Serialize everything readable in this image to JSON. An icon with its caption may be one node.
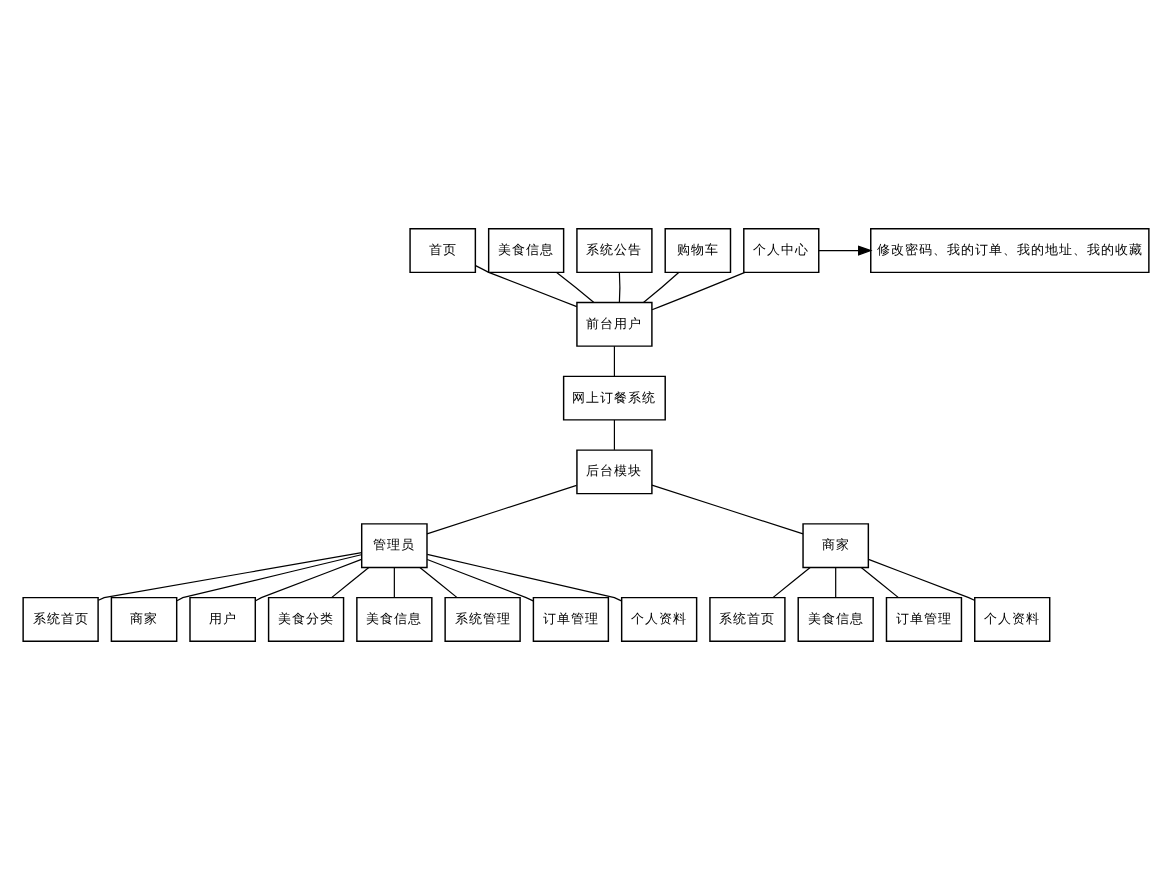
{
  "diagram": {
    "nodes": [
      {
        "text": [
          "首页"
        ]
      },
      {
        "text": [
          "美食信息"
        ]
      },
      {
        "text": [
          "系统公告"
        ]
      },
      {
        "text": [
          "购物车"
        ]
      },
      {
        "text": [
          "个人中心"
        ]
      },
      {
        "text": [
          "修改密码、我的订单、我的地址、我的收藏"
        ]
      },
      {
        "text": [
          "前台用户"
        ]
      },
      {
        "text": [
          "网上订餐系统"
        ]
      },
      {
        "text": [
          "后台模块"
        ]
      },
      {
        "text": [
          "管理员"
        ]
      },
      {
        "text": [
          "商家"
        ]
      },
      {
        "text": [
          "系统首页"
        ]
      },
      {
        "text": [
          "商家"
        ]
      },
      {
        "text": [
          "用户"
        ]
      },
      {
        "text": [
          "美食分类"
        ]
      },
      {
        "text": [
          "美食信息"
        ]
      },
      {
        "text": [
          "系统管理"
        ]
      },
      {
        "text": [
          "订单管理"
        ]
      },
      {
        "text": [
          "个人资料"
        ]
      },
      {
        "text": [
          "系统首页"
        ]
      },
      {
        "text": [
          "美食信息"
        ]
      },
      {
        "text": [
          "订单管理"
        ]
      },
      {
        "text": [
          "个人资料"
        ]
      }
    ],
    "edges": [
      {
        "from": 6,
        "to": 0,
        "arrow": "none"
      },
      {
        "from": 6,
        "to": 1,
        "arrow": "none"
      },
      {
        "from": 6,
        "to": 2,
        "arrow": "none"
      },
      {
        "from": 6,
        "to": 3,
        "arrow": "none"
      },
      {
        "from": 6,
        "to": 4,
        "arrow": "none"
      },
      {
        "from": 4,
        "to": 5,
        "arrow": "to"
      },
      {
        "from": 6,
        "to": 7,
        "arrow": "none"
      },
      {
        "from": 7,
        "to": 8,
        "arrow": "none"
      },
      {
        "from": 8,
        "to": 9,
        "arrow": "none"
      },
      {
        "from": 8,
        "to": 10,
        "arrow": "none"
      },
      {
        "from": 9,
        "to": 11,
        "arrow": "none"
      },
      {
        "from": 9,
        "to": 12,
        "arrow": "none"
      },
      {
        "from": 9,
        "to": 13,
        "arrow": "none"
      },
      {
        "from": 9,
        "to": 14,
        "arrow": "none"
      },
      {
        "from": 9,
        "to": 15,
        "arrow": "none"
      },
      {
        "from": 9,
        "to": 16,
        "arrow": "none"
      },
      {
        "from": 9,
        "to": 17,
        "arrow": "none"
      },
      {
        "from": 9,
        "to": 18,
        "arrow": "none"
      },
      {
        "from": 10,
        "to": 19,
        "arrow": "none"
      },
      {
        "from": 10,
        "to": 20,
        "arrow": "none"
      },
      {
        "from": 10,
        "to": 21,
        "arrow": "none"
      },
      {
        "from": 10,
        "to": 22,
        "arrow": "none"
      }
    ]
  }
}
